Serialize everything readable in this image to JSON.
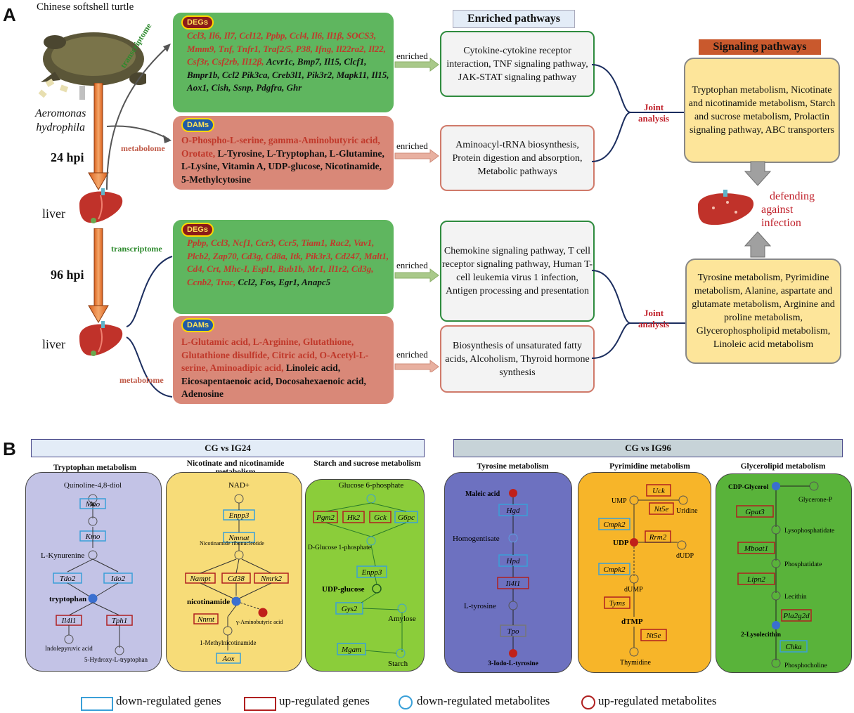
{
  "panel_a": {
    "letter": "A",
    "organism": "Chinese softshell turtle",
    "pathogen": [
      "Aeromonas",
      "hydrophila"
    ],
    "time_24": "24 hpi",
    "time_96": "96 hpi",
    "liver": "liver",
    "transcriptome": "transcriptome",
    "metabolome": "metabolome",
    "enriched": "enriched",
    "degs_tag": "DEGs",
    "dams_tag": "DAMs",
    "degs_24_red": "Ccl3, Il6, Il7, Ccl12, Ppbp, Ccl4,  Il6, Il1β, SOCS3, Mmm9, Tnf, Tnfr1, Traf2/5, P38, Ifng, Il22ra2, Il22, Csf3r, Csf2rb, Il12β,",
    "degs_24_black": "Acvr1c, Bmp7, Il15, Clcf1, Bmpr1b, Ccl2 Pik3ca, Creb3l1, Pik3r2, Mapk11,  Il15, Aox1, Cish, Ssnp, Pdgfra, Ghr",
    "dams_24_red": "O-Phospho-L-serine, gamma-Aminobutyric acid, Orotate,",
    "dams_24_black": " L-Tyrosine, L-Tryptophan, L-Glutamine, L-Lysine, Vitamin A, UDP-glucose, Nicotinamide, 5-Methylcytosine",
    "degs_96_red": "Ppbp, Ccl3, Ncf1, Ccr3, Ccr5, Tiam1, Rac2, Vav1, Plcb2, Zap70, Cd3g, Cd8a, Itk, Pik3r3, Cd247, Malt1, Cd4, Crt, Mhc-I, Espl1, Bub1b, Mr1, Il1r2, Cd3g, Ccnb2, Trac,",
    "degs_96_black": " Ccl2, Fos, Egr1, Anapc5",
    "dams_96_red": "L-Glutamic acid, L-Arginine, Glutathione, Glutathione disulfide, Citric acid, O-Acetyl-L-serine, Aminoadipic acid,",
    "dams_96_black": " Linoleic acid, Eicosapentaenoic acid, Docosahexaenoic acid, Adenosine",
    "enriched_header": "Enriched pathways",
    "path_1": "Cytokine-cytokine receptor interaction, TNF signaling pathway, JAK-STAT signaling pathway",
    "path_2": "Aminoacyl-tRNA biosynthesis, Protein digestion and absorption, Metabolic pathways",
    "path_3": "Chemokine signaling pathway, T cell receptor signaling pathway, Human T-cell leukemia virus 1 infection, Antigen processing and presentation",
    "path_4": "Biosynthesis of unsaturated fatty acids, Alcoholism, Thyroid hormone synthesis",
    "joint": [
      "Joint",
      "analysis"
    ],
    "signaling_header": "Signaling pathways",
    "sig_1": "Tryptophan metabolism, Nicotinate and nicotinamide metabolism, Starch and sucrose metabolism, Prolactin signaling pathway, ABC transporters",
    "sig_2": "Tyrosine metabolism, Pyrimidine metabolism, Alanine, aspartate and glutamate metabolism, Arginine and proline metabolism, Glycerophospholipid metabolism, Linoleic acid metabolism",
    "defending": [
      "defending",
      "against",
      "infection"
    ]
  },
  "panel_b": {
    "letter": "B",
    "hdr_left": "CG vs IG24",
    "hdr_right": "CG vs IG96",
    "titles": [
      "Tryptophan metabolism",
      "Nicotinate and nicotinamide metabolism",
      "Starch and sucrose metabolism",
      "Tyrosine metabolism",
      "Pyrimidine metabolism",
      "Glycerolipid metabolism"
    ],
    "trp": {
      "quinoline": "Quinoline-4,8-diol",
      "mao": "Mao",
      "kmo": "Kmo",
      "kyn": "L-Kynurenine",
      "tdo2": "Tdo2",
      "ido2": "Ido2",
      "trp": "tryptophan",
      "il4i1": "Il4l1",
      "tph1": "Tph1",
      "indole": "Indolepyruvic  acid",
      "hydroxy": "5-Hydroxy-L-tryptophan"
    },
    "nic": {
      "nad": "NAD+",
      "enpp3": "Enpp3",
      "nmnat": "Nmnat",
      "nr": "Nicotinamide ribonucleotide",
      "nampt": "Nampt",
      "cd38": "Cd38",
      "nmrk2": "Nmrk2",
      "nicot": "nicotinamide",
      "nnmt": "Nnmt",
      "gaba": "γ-Aminobutyric  acid",
      "mnic": "1-Methylnicotinamide",
      "aox": "Aox"
    },
    "sta": {
      "g6p": "Glucose 6-phosphate",
      "pgm2": "Pgm2",
      "hk2": "Hk2",
      "gck": "Gck",
      "g6pc": "G6pc",
      "g1p": "D-Glucose 1-phosphate",
      "enpp3": "Enpp3",
      "udpg": "UDP-glucose",
      "gys2": "Gys2",
      "amylose": "Amylose",
      "mgam": "Mgam",
      "starch": "Starch"
    },
    "tyr": {
      "maleic": "Maleic acid",
      "hgd": "Hgd",
      "homog": "Homogentisate",
      "hpd": "Hpd",
      "il4i1": "Il4l1",
      "ltyr": "L-tyrosine",
      "tpo": "Tpo",
      "iodo": "3-Iodo-L-tyrosine"
    },
    "pyr": {
      "uck": "Uck",
      "ump": "UMP",
      "nt5e": "Nt5e",
      "uridine": "Uridine",
      "cmpk2": "Cmpk2",
      "rrm2": "Rrm2",
      "udp": "UDP",
      "dudp": "dUDP",
      "dump": "dUMP",
      "tyms": "Tyms",
      "dtmp": "dTMP",
      "thymidine": "Thymidine"
    },
    "gly": {
      "cdp": "CDP-Glycerol",
      "glyp": "Glycerone-P",
      "gpat3": "Gpat3",
      "lpa": "Lysophosphatidate",
      "mboat1": "Mboat1",
      "pa": "Phosphatidate",
      "lipn2": "Lipn2",
      "lec": "Lecithin",
      "pla": "Pla2g2d",
      "lyso": "2-Lysolecithin",
      "chka": "Chka",
      "pc": "Phosphocholine"
    },
    "legend": [
      "down-regulated genes",
      "up-regulated genes",
      "down-regulated metabolites",
      "up-regulated metabolites"
    ],
    "colors": {
      "down": "#3aa0d8",
      "up": "#b02020",
      "red_fill": "#c0201a",
      "blue_fill": "#3a6fd0"
    }
  }
}
